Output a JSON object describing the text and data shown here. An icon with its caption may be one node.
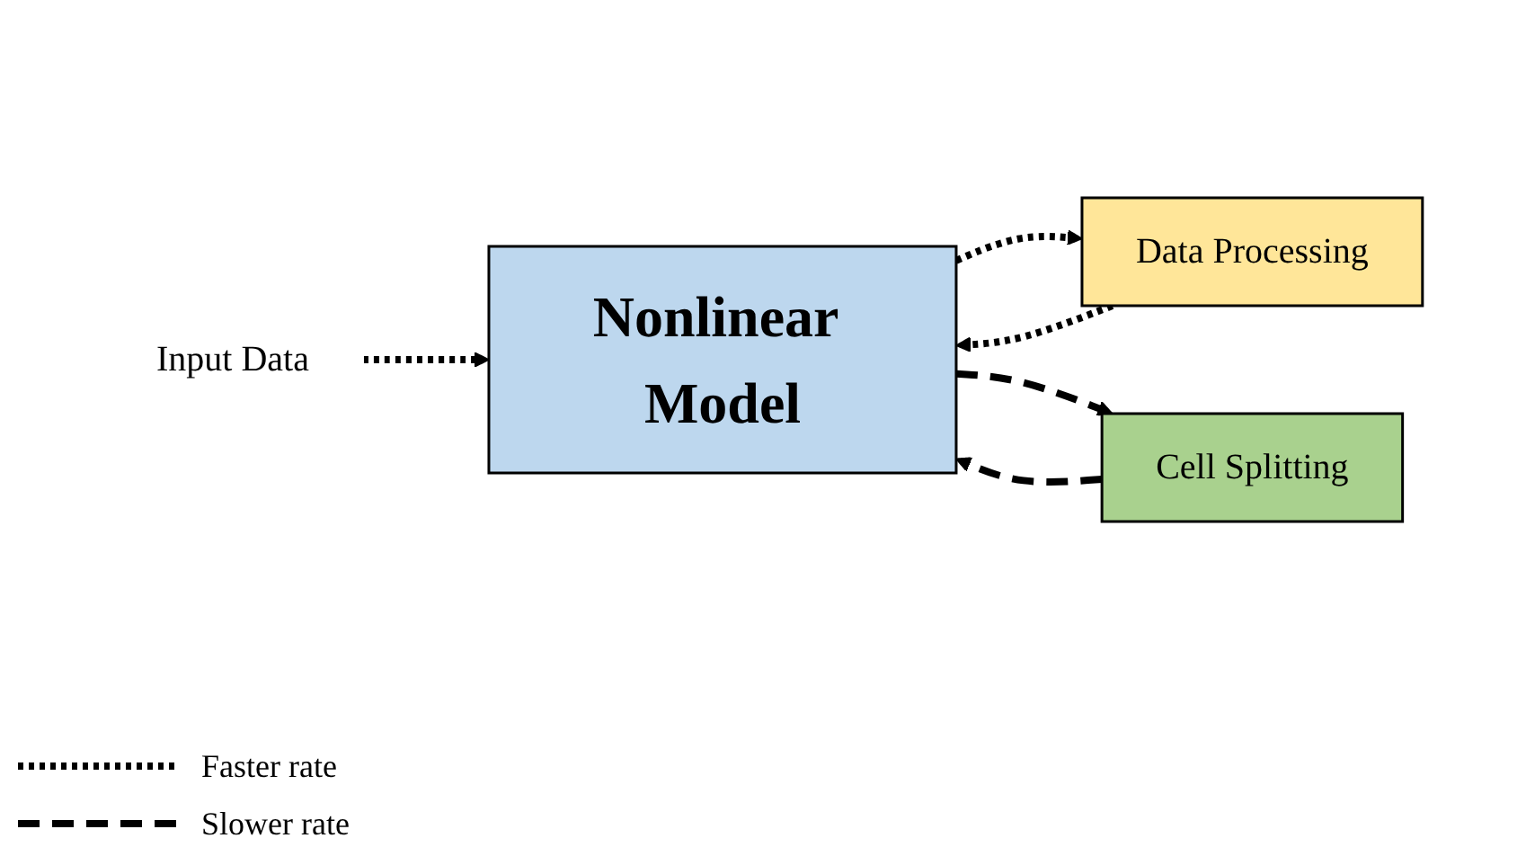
{
  "diagram": {
    "nodes": [
      {
        "text": [
          "Input Data"
        ]
      },
      {
        "text": [
          "Nonlinear Model"
        ]
      },
      {
        "text": [
          "Data Processing"
        ]
      },
      {
        "text": [
          "Cell Splitting"
        ]
      }
    ],
    "edges": [
      {
        "from": 0,
        "to": 1,
        "arrow": "to"
      },
      {
        "from": 1,
        "to": 2,
        "arrow": "to"
      },
      {
        "from": 2,
        "to": 1,
        "arrow": "to"
      },
      {
        "from": 1,
        "to": 3,
        "arrow": "to",
        "style": "dashed"
      },
      {
        "from": 3,
        "to": 1,
        "arrow": "to",
        "style": "dashed"
      }
    ],
    "legend": [
      {
        "text": "Faster rate"
      },
      {
        "text": "Slower rate"
      }
    ]
  }
}
